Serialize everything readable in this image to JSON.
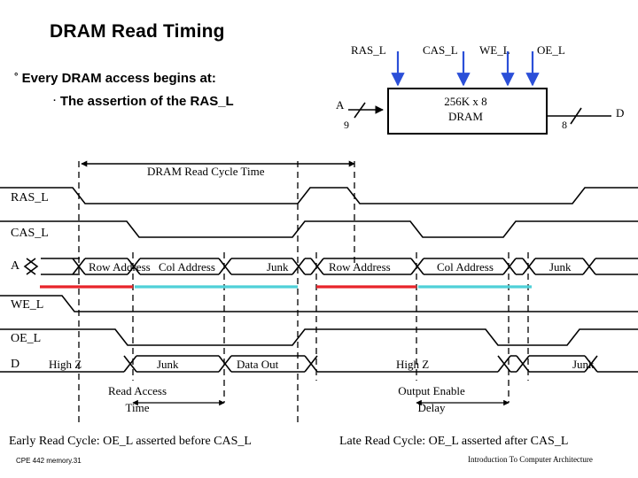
{
  "slide": {
    "title": "DRAM Read Timing",
    "bullets": [
      {
        "marker": "°",
        "text": "Every DRAM access begins at:"
      },
      {
        "marker": "·",
        "text": "The assertion of the RAS_L"
      }
    ],
    "footer_left": "CPE 442  memory.31",
    "footer_right": "Introduction To Computer Architecture"
  },
  "block_diagram": {
    "signals": [
      "RAS_L",
      "CAS_L",
      "WE_L",
      "OE_L"
    ],
    "address_label": "A",
    "address_width": "9",
    "chip_line1": "256K x 8",
    "chip_line2": "DRAM",
    "data_label": "D",
    "data_width": "8"
  },
  "timing": {
    "cycle_label": "DRAM Read Cycle Time",
    "row_labels": [
      "RAS_L",
      "CAS_L",
      "A",
      "WE_L",
      "OE_L",
      "D"
    ],
    "a_row_segments": [
      "Row Address",
      "Col Address",
      "Junk",
      "Row Address",
      "Col Address",
      "Junk"
    ],
    "d_row_segments": [
      "High Z",
      "Junk",
      "Data Out",
      "High Z",
      "Junk"
    ],
    "annotations": [
      {
        "line1": "Read Access",
        "line2": "Time"
      },
      {
        "line1": "Output Enable",
        "line2": "Delay"
      }
    ],
    "captions": [
      "Early Read Cycle: OE_L asserted before CAS_L",
      "Late Read Cycle: OE_L asserted after CAS_L"
    ],
    "colors": {
      "red": "#e8242a",
      "cyan": "#4fd0d8",
      "black": "#000000"
    }
  }
}
